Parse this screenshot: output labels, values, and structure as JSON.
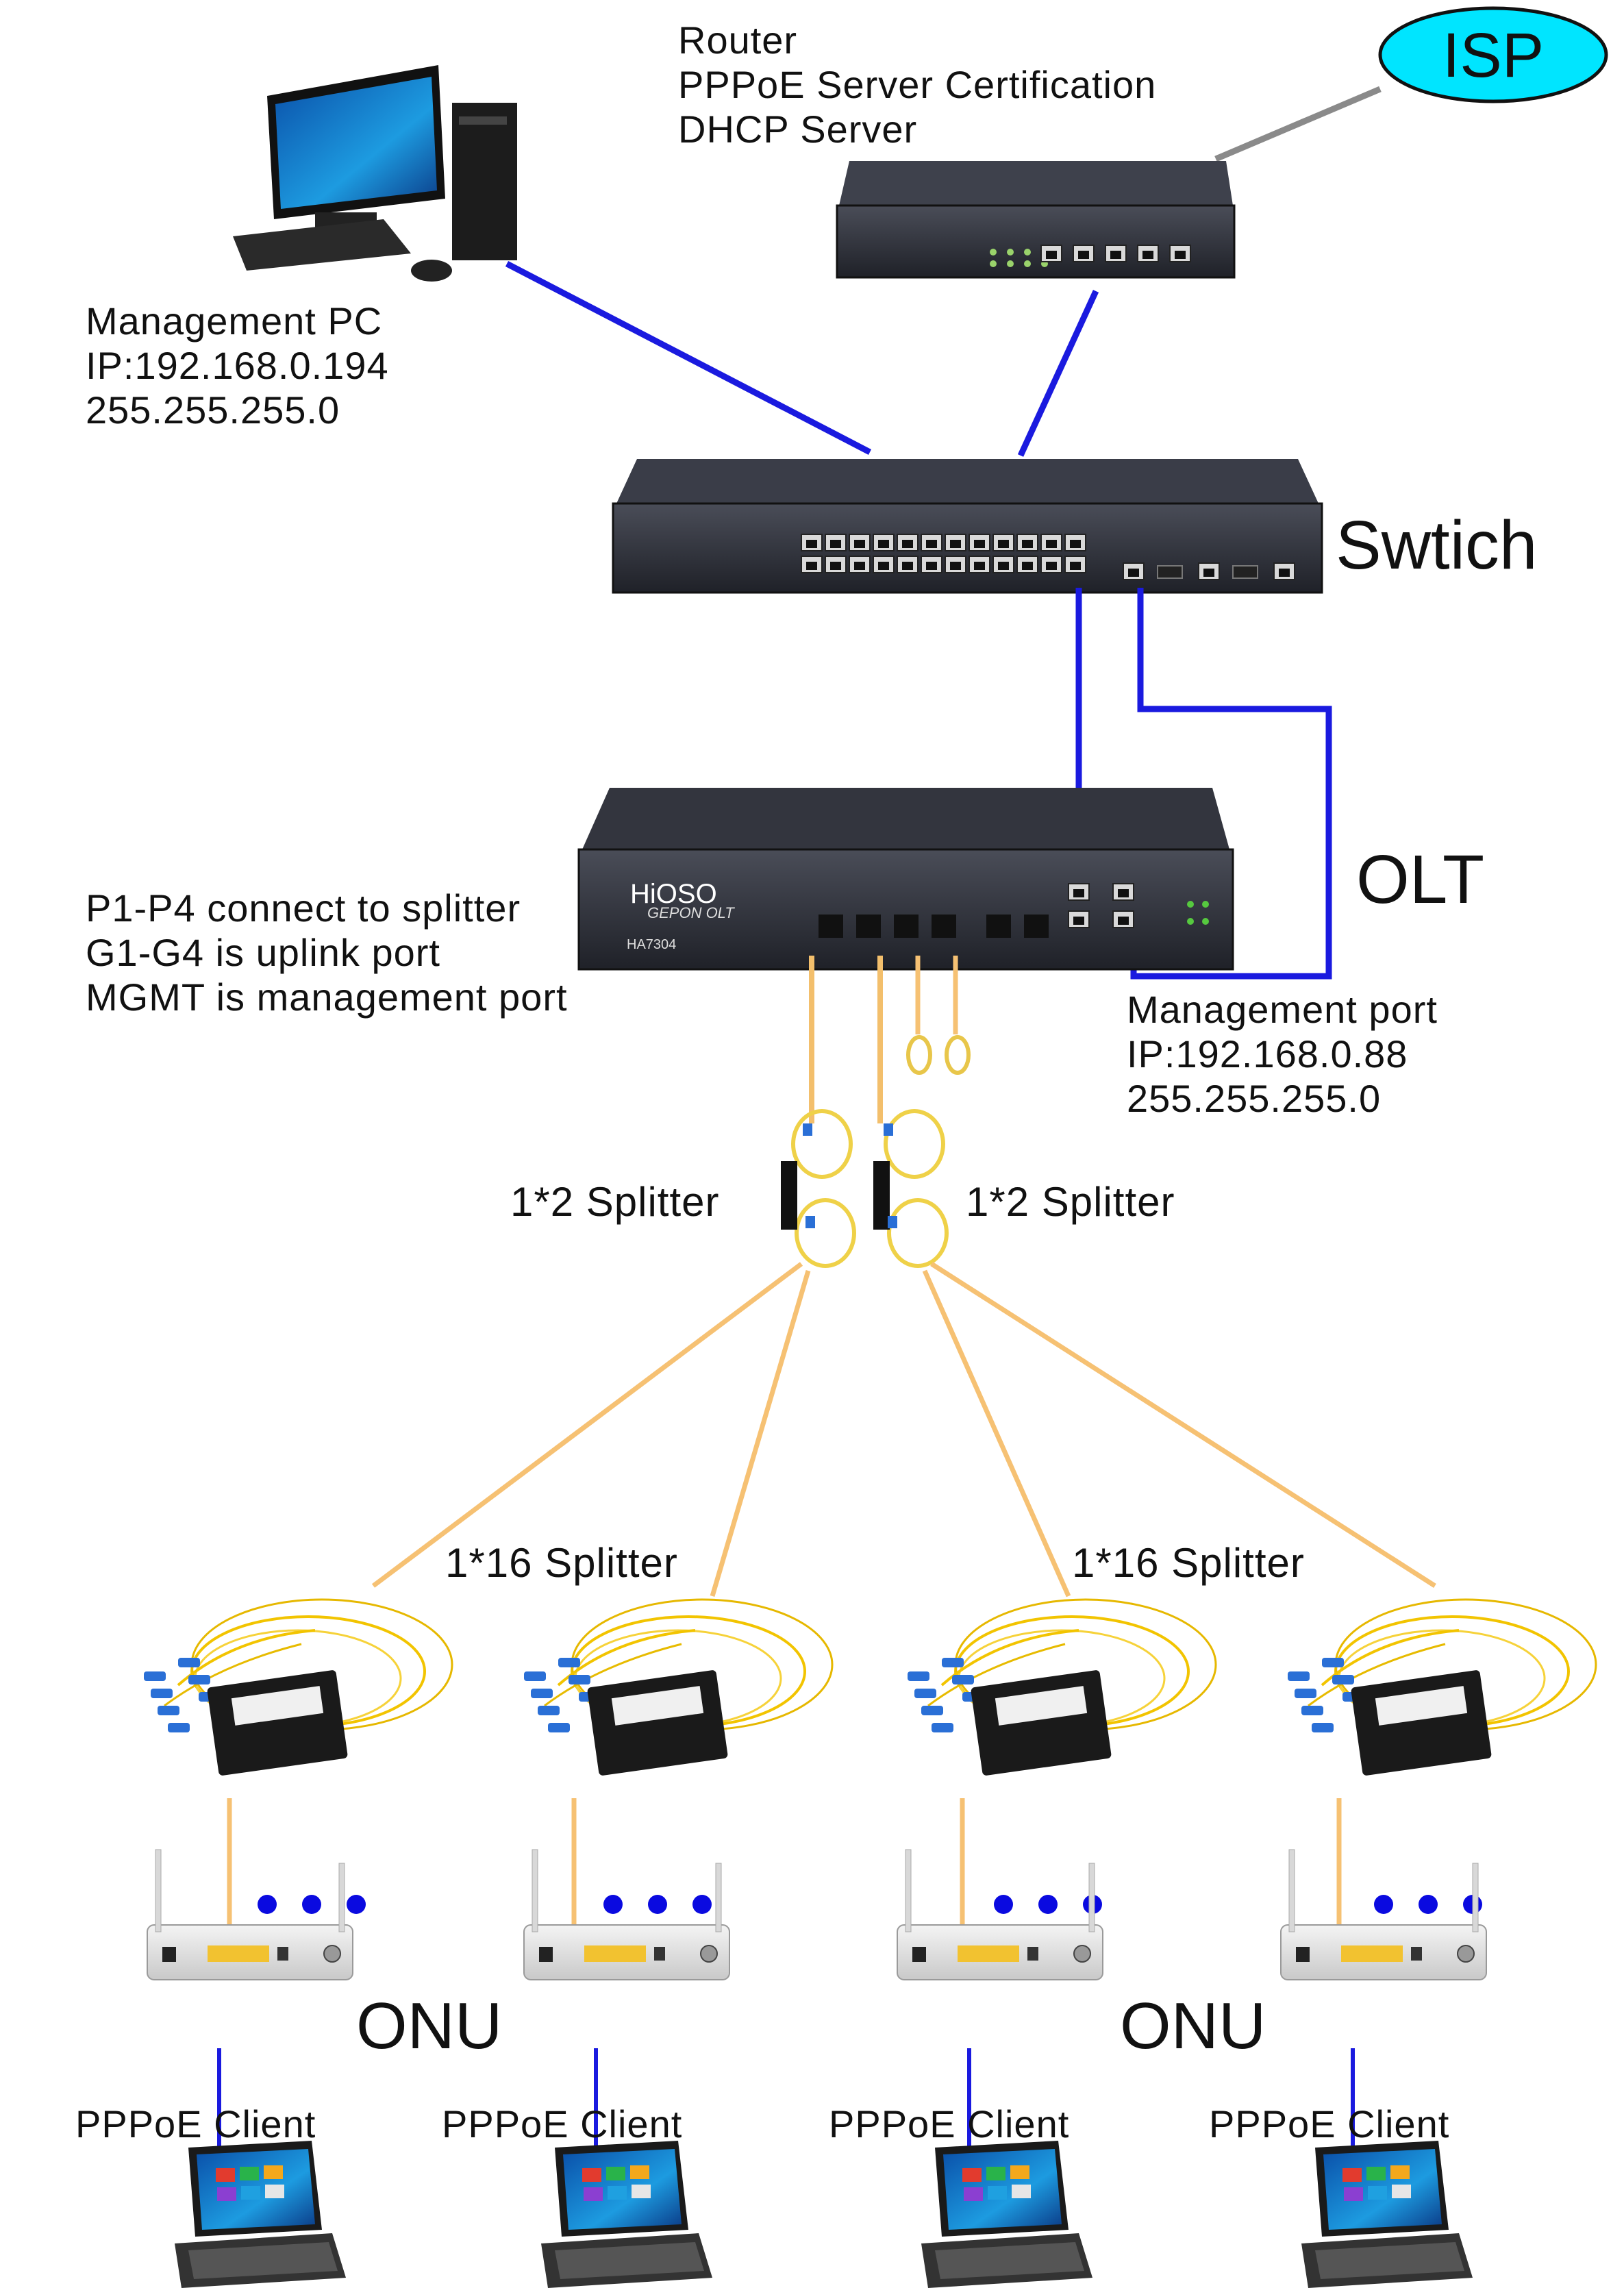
{
  "isp": {
    "label": "ISP",
    "color": "#00e5ff"
  },
  "router": {
    "lines": [
      "Router",
      "PPPoE Server Certification",
      "DHCP Server"
    ]
  },
  "management_pc": {
    "lines": [
      "Management PC",
      "IP:192.168.0.194",
      "255.255.255.0"
    ]
  },
  "switch": {
    "label": "Swtich"
  },
  "olt": {
    "label": "OLT",
    "brand": "HiOSO",
    "model": "GEPON OLT",
    "part": "HA7304",
    "ports_note": [
      "P1-P4 connect to splitter",
      "G1-G4 is uplink port",
      "MGMT is management port"
    ],
    "mgmt_port": [
      "Management port",
      "IP:192.168.0.88",
      "255.255.255.0"
    ]
  },
  "splitter_1x2": {
    "label": "1*2 Splitter"
  },
  "splitter_1x16": {
    "label": "1*16 Splitter"
  },
  "onu": {
    "label": "ONU"
  },
  "client": {
    "label": "PPPoE Client"
  },
  "colors": {
    "ethernet": "#1a1adf",
    "fiber": "#f6c173",
    "isp_fill": "#00e5ff"
  }
}
